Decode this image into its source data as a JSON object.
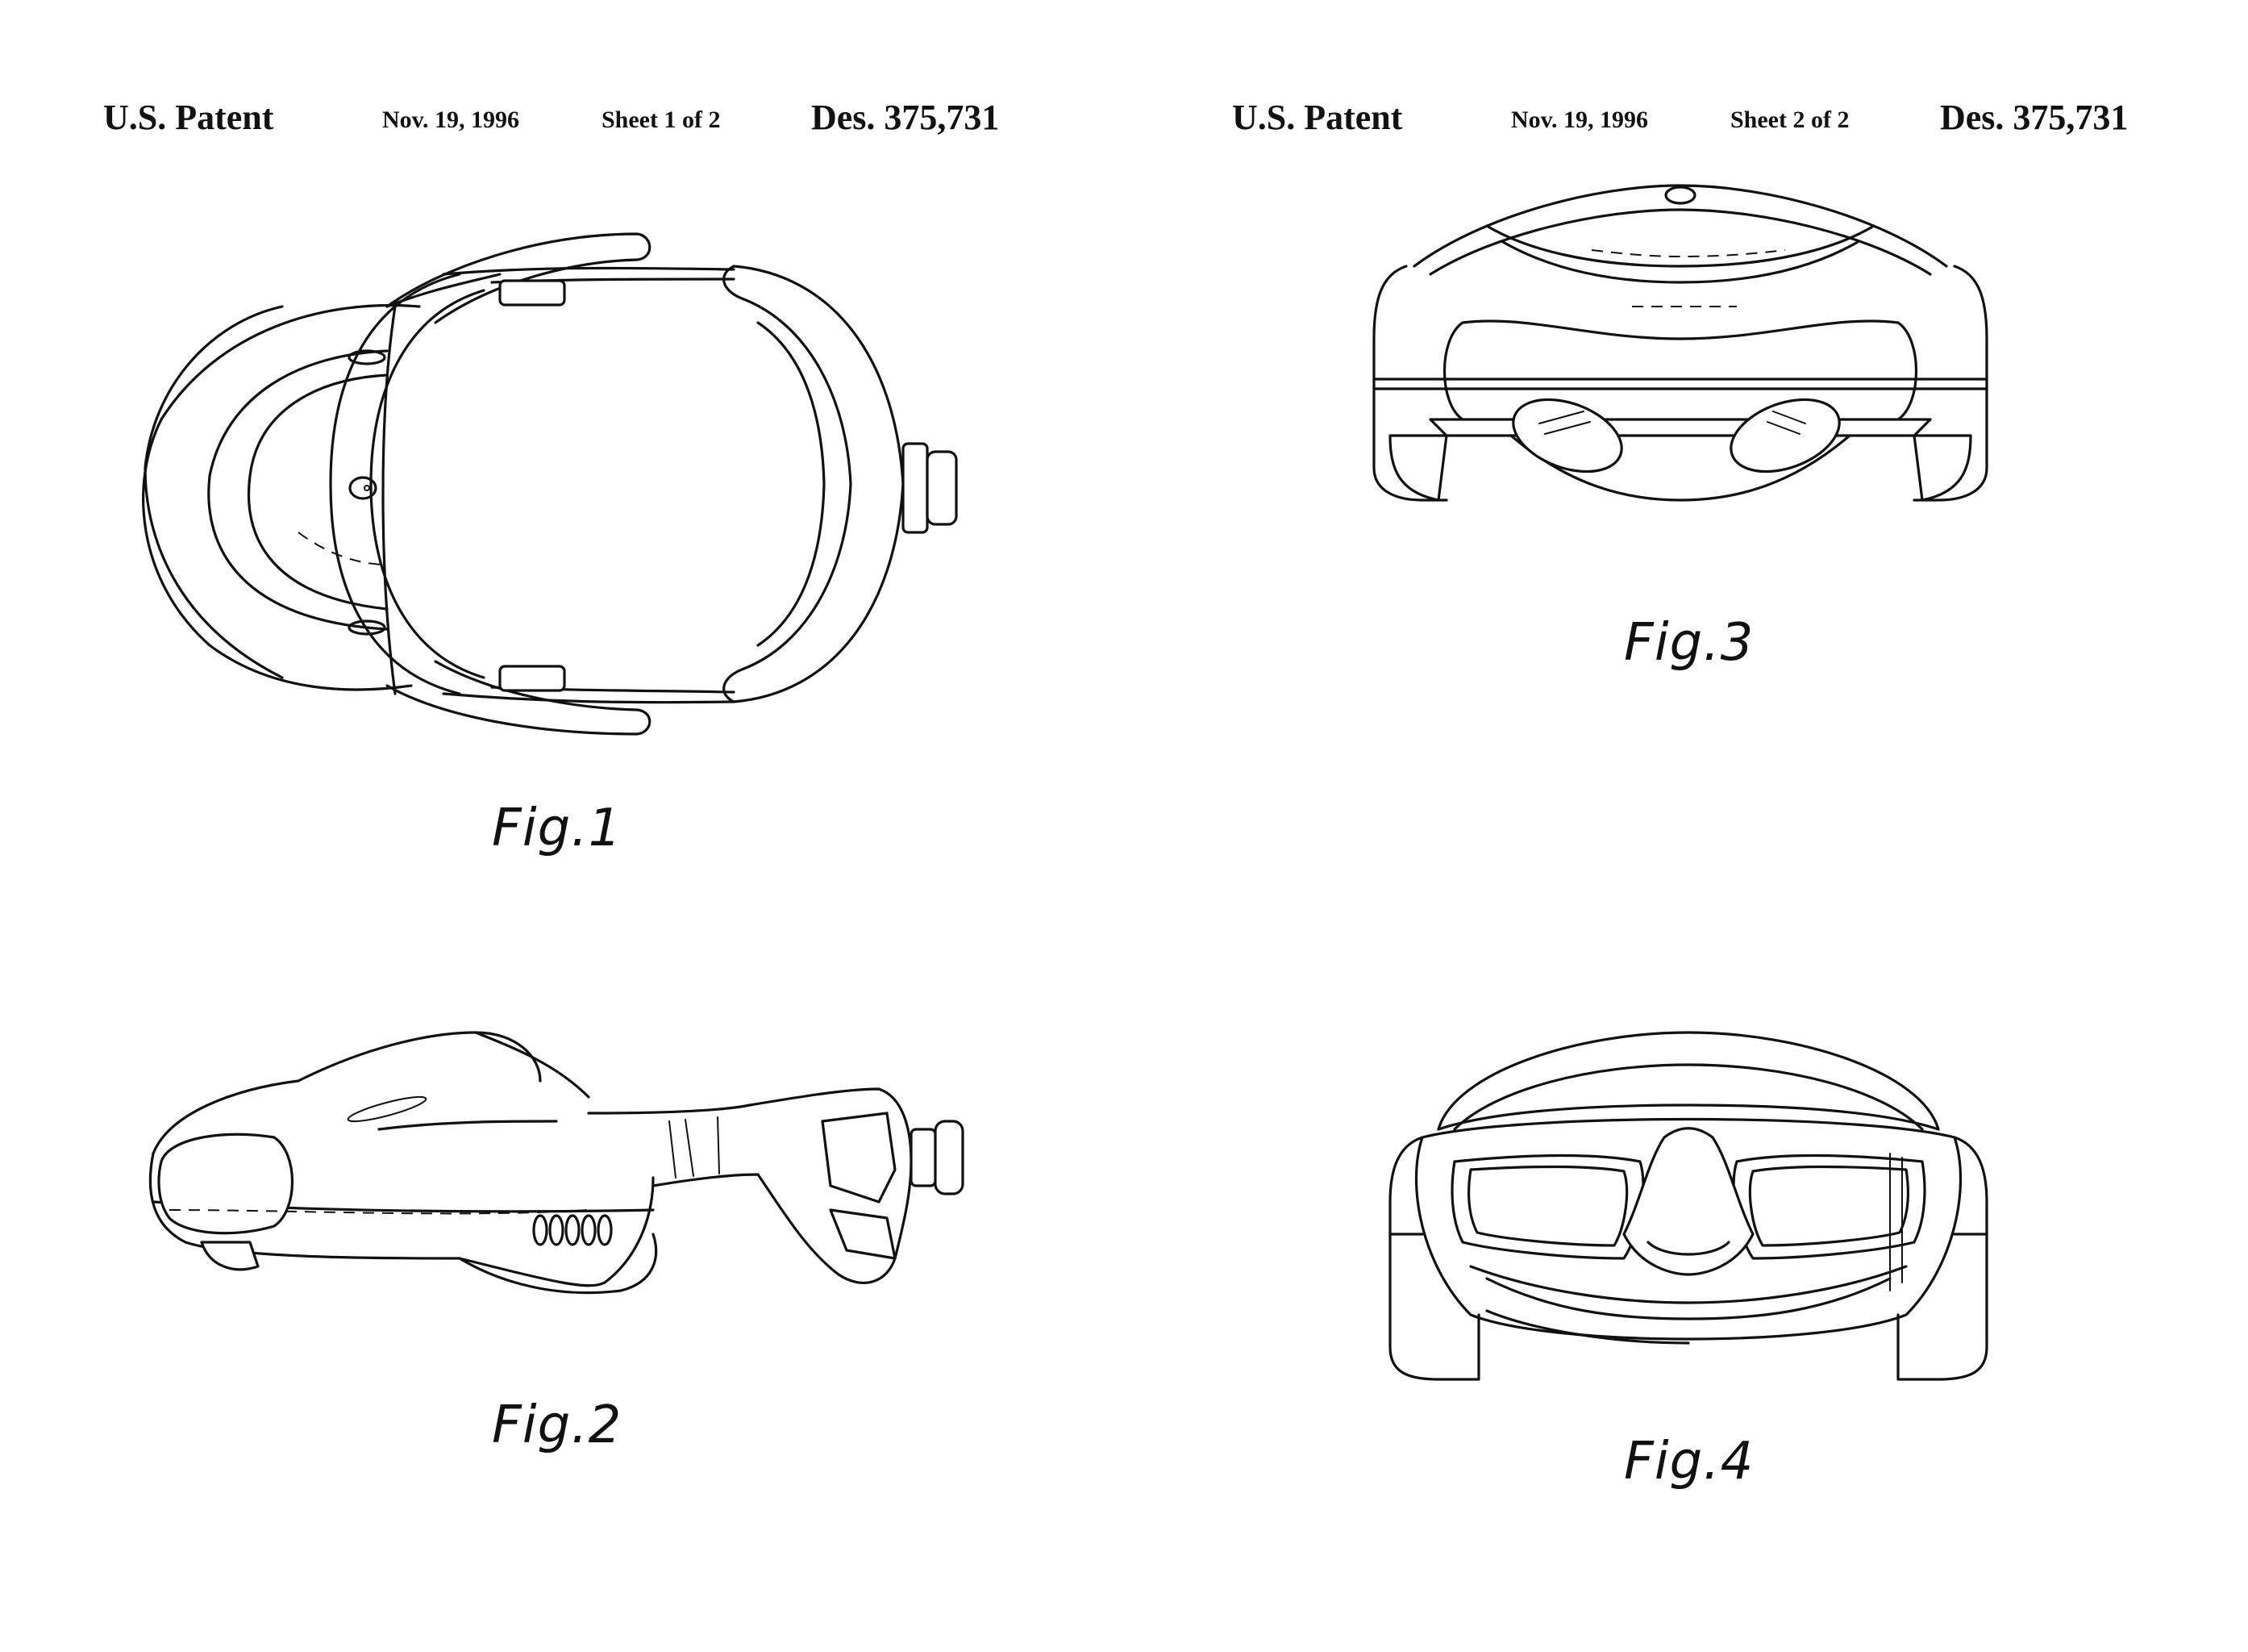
{
  "sheets": [
    {
      "patent": "U.S. Patent",
      "date": "Nov. 19, 1996",
      "sheet": "Sheet 1 of 2",
      "number": "Des. 375,731",
      "figures": [
        {
          "label": "Fig.1"
        },
        {
          "label": "Fig.2"
        }
      ]
    },
    {
      "patent": "U.S. Patent",
      "date": "Nov. 19, 1996",
      "sheet": "Sheet 2 of 2",
      "number": "Des. 375,731",
      "figures": [
        {
          "label": "Fig.3"
        },
        {
          "label": "Fig.4"
        }
      ]
    }
  ],
  "colors": {
    "ink": "#111111",
    "paper": "#ffffff"
  }
}
